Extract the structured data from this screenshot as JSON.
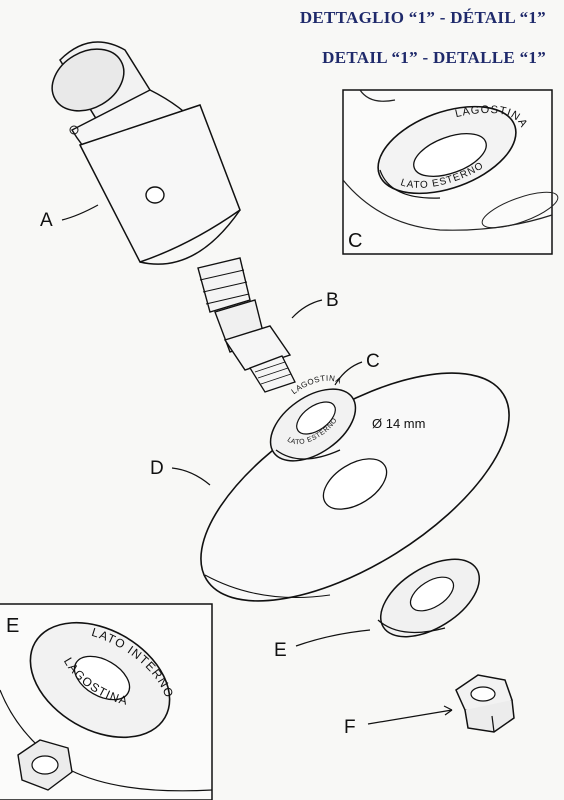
{
  "header": {
    "line1": "DETTAGLIO “1” - DÉTAIL “1”",
    "line2": "DETAIL “1” - DETALLE “1”"
  },
  "callouts": {
    "a": "A",
    "b": "B",
    "c": "C",
    "d": "D",
    "e": "E",
    "f": "F"
  },
  "insets": {
    "c_label": "C",
    "e_label": "E"
  },
  "dimension": "Ø 14 mm",
  "ring_text": {
    "brand": "LAGOSTINA",
    "outer_side": "LATO ESTERNO",
    "inner_side": "LATO INTERNO"
  }
}
